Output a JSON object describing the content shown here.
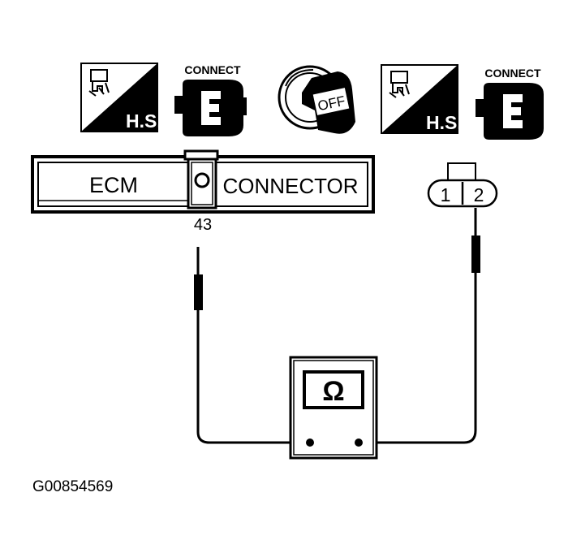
{
  "icons": {
    "hs_label_left": "H.S.",
    "connect_label_left": "CONNECT",
    "ignition_label": "OFF",
    "hs_label_right": "H.S.",
    "connect_label_right": "CONNECT"
  },
  "ecm": {
    "left_label": "ECM",
    "right_label": "CONNECTOR",
    "terminal": "43"
  },
  "sensor_connector": {
    "pin_1": "1",
    "pin_2": "2"
  },
  "meter": {
    "symbol": "Ω"
  },
  "figure_id": "G00854569"
}
